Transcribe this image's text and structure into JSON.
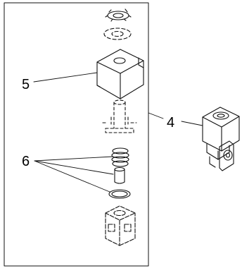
{
  "diagram": {
    "callouts": {
      "solenoid_coil": "5",
      "solenoid_valve_assembly": "4",
      "seal_kit": "6"
    },
    "parts": [
      "retaining-clip",
      "washer",
      "solenoid-coil",
      "armature-tube",
      "spring",
      "plunger",
      "o-ring",
      "valve-body",
      "solenoid-valve-assembly"
    ]
  }
}
